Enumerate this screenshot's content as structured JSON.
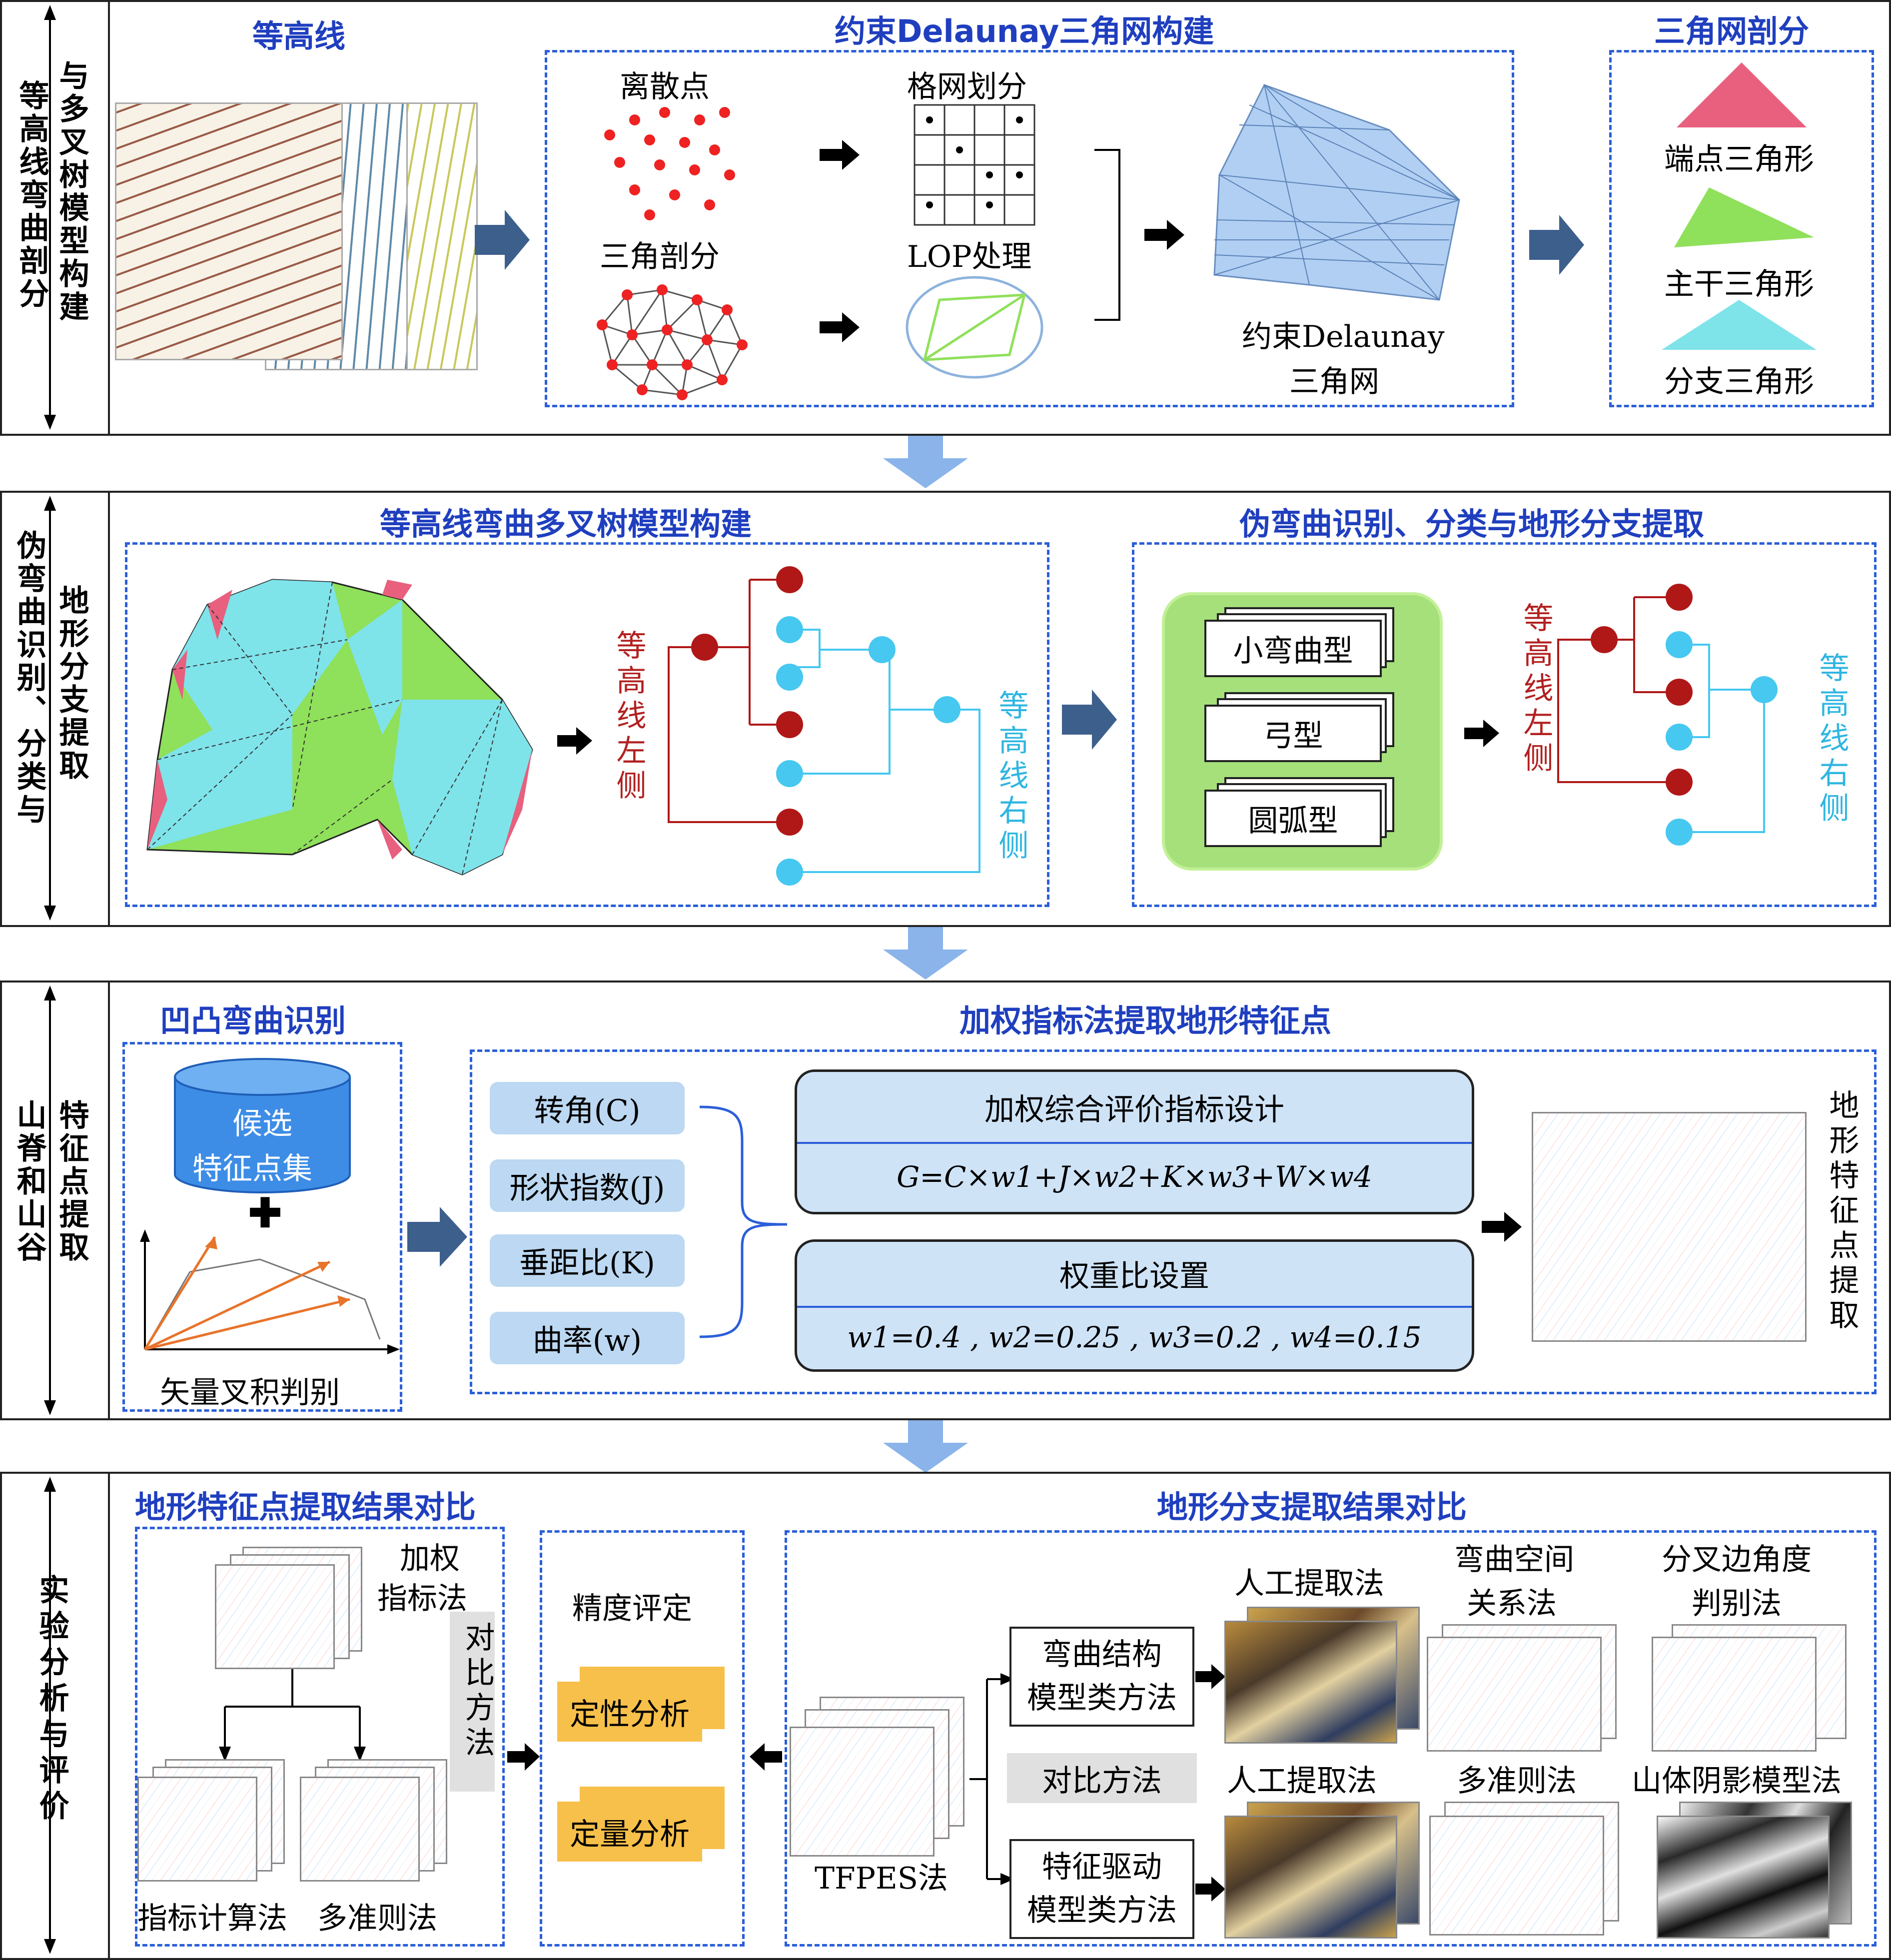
{
  "row1": {
    "side_a": "等高线弯曲剖分",
    "side_b": "与多叉树模型构建",
    "contour_title": "等高线",
    "cdt_title": "约束Delaunay三角网构建",
    "discrete_points": "离散点",
    "grid_division": "格网划分",
    "triangulation": "三角剖分",
    "lop": "LOP处理",
    "cdt_label_1": "约束Delaunay",
    "cdt_label_2": "三角网",
    "partition_title": "三角网剖分",
    "endpoint_triangle": "端点三角形",
    "trunk_triangle": "主干三角形",
    "branch_triangle": "分支三角形"
  },
  "row2": {
    "side_a": "伪弯曲识别、分类与",
    "side_b": "地形分支提取",
    "tree_title": "等高线弯曲多叉树模型构建",
    "pseudo_title": "伪弯曲识别、分类与地形分支提取",
    "left_side": "等高线左侧",
    "right_side": "等高线右侧",
    "type_small": "小弯曲型",
    "type_bow": "弓型",
    "type_arc": "圆弧型"
  },
  "row3": {
    "side_a": "山脊和山谷",
    "side_b": "特征点提取",
    "concave_title": "凹凸弯曲识别",
    "candidate_1": "候选",
    "candidate_2": "特征点集",
    "cross_product": "矢量叉积判别",
    "weighted_title": "加权指标法提取地形特征点",
    "ind_c": "转角(C)",
    "ind_j": "形状指数(J)",
    "ind_k": "垂距比(K)",
    "ind_w": "曲率(w)",
    "eval_design": "加权综合评价指标设计",
    "formula": "G=C×w1+J×w2+K×w3+W×w4",
    "weight_setting": "权重比设置",
    "weights": "w1=0.4 , w2=0.25 , w3=0.2 , w4=0.15",
    "result_label": "地形特征点提取"
  },
  "row4": {
    "side": "实验分析与评价",
    "feature_cmp_title": "地形特征点提取结果对比",
    "weighted_method_1": "加权",
    "weighted_method_2": "指标法",
    "compare_method": "对比方法",
    "index_calc": "指标计算法",
    "multi_criteria": "多准则法",
    "accuracy": "精度评定",
    "qualitative": "定性分析",
    "quantitative": "定量分析",
    "branch_cmp_title": "地形分支提取结果对比",
    "tfpes": "TFPES法",
    "bend_struct_1": "弯曲结构",
    "bend_struct_2": "模型类方法",
    "compare_methods": "对比方法",
    "feature_driven_1": "特征驱动",
    "feature_driven_2": "模型类方法",
    "manual_1": "人工提取法",
    "bend_space_1": "弯曲空间",
    "bend_space_2": "关系法",
    "bifurcation_1": "分叉边角度",
    "bifurcation_2": "判别法",
    "manual_2": "人工提取法",
    "multi_criteria_2": "多准则法",
    "hillshade": "山体阴影模型法"
  },
  "colors": {
    "blue_title": "#1f3fbf",
    "dash_border": "#2b5fd9",
    "red_node": "#b01818",
    "cyan_node": "#46c8f0",
    "pink_triangle": "#e8607e",
    "green_triangle": "#8fe05a",
    "cyan_triangle": "#7fe3ea",
    "arrow_dark": "#3d5f8c",
    "arrow_light": "#8ab4ea"
  }
}
